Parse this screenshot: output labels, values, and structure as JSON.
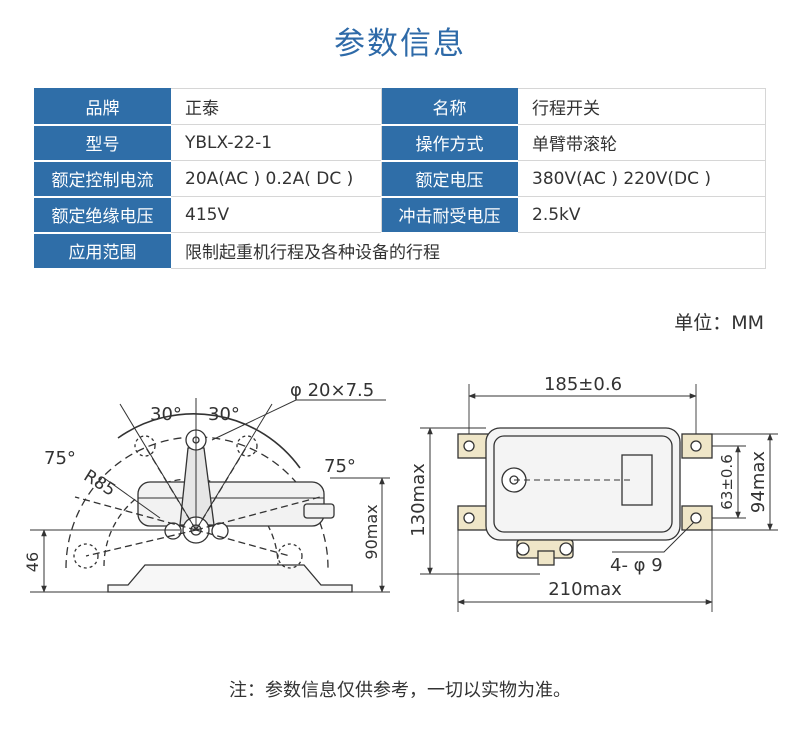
{
  "title": "参数信息",
  "table": {
    "rows": [
      {
        "l1": "品牌",
        "v1": "正泰",
        "l2": "名称",
        "v2": "行程开关"
      },
      {
        "l1": "型号",
        "v1": "YBLX-22-1",
        "l2": "操作方式",
        "v2": "单臂带滚轮"
      },
      {
        "l1": "额定控制电流",
        "v1": "20A(AC ) 0.2A( DC )",
        "l2": "额定电压",
        "v2": "380V(AC ) 220V(DC )"
      },
      {
        "l1": "额定绝缘电压",
        "v1": "415V",
        "l2": "冲击耐受电压",
        "v2": "2.5kV"
      },
      {
        "l1": "应用范围",
        "v1": "限制起重机行程及各种设备的行程"
      }
    ]
  },
  "unit": "单位：MM",
  "drawing": {
    "left": {
      "angle_left_top": "30°",
      "angle_right_top": "30°",
      "angle_left": "75°",
      "angle_right": "75°",
      "radius": "R85",
      "roller": "φ 20×7.5",
      "height_left": "46",
      "height_right": "90max"
    },
    "right": {
      "width_top": "185±0.6",
      "width_bottom": "210max",
      "height_left": "130max",
      "height_inner": "63±0.6",
      "height_right": "94max",
      "holes": "4- φ 9"
    }
  },
  "note": "注：参数信息仅供参考，一切以实物为准。"
}
